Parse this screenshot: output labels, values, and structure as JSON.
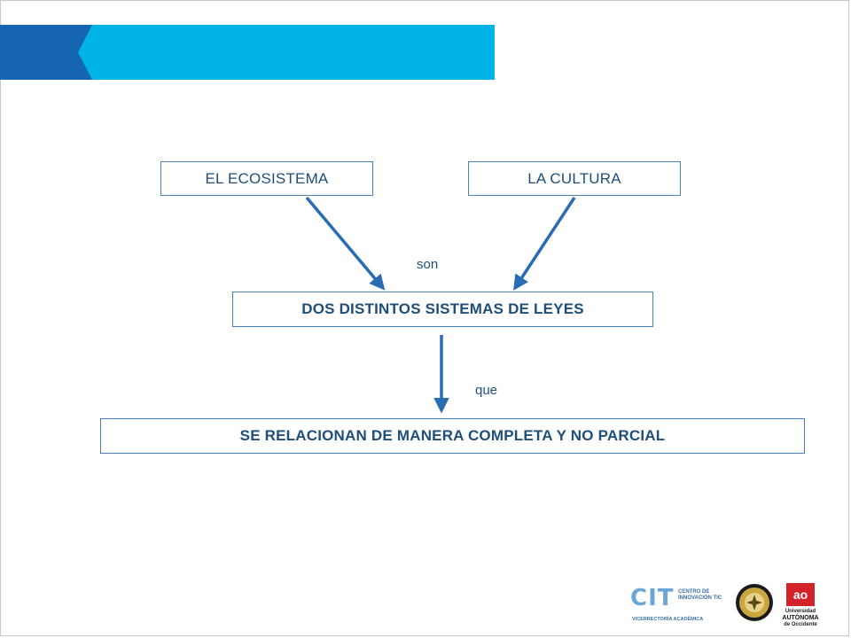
{
  "diagram": {
    "nodes": {
      "ecosistema": "EL ECOSISTEMA",
      "cultura": "LA CULTURA",
      "dos_sistemas": "DOS DISTINTOS SISTEMAS DE LEYES",
      "relacionan": "SE RELACIONAN DE MANERA COMPLETA Y NO PARCIAL"
    },
    "connectors": {
      "son": "son",
      "que": "que"
    }
  },
  "logos": {
    "cit_mark": "CIT",
    "cit_line1": "CENTRO DE",
    "cit_line2": "INNOVACIÓN TIC",
    "cit_footer": "VICERRECTORÍA ACADÉMICA",
    "uao_mark": "ao",
    "uao_line1": "Universidad",
    "uao_line2": "AUTÓNOMA",
    "uao_line3": "de Occidente"
  },
  "colors": {
    "box_border": "#4a7eb8",
    "text": "#1f4e79",
    "arrow": "#2a6bb5",
    "banner_light": "#00b3e6",
    "banner_dark": "#1565b0"
  }
}
